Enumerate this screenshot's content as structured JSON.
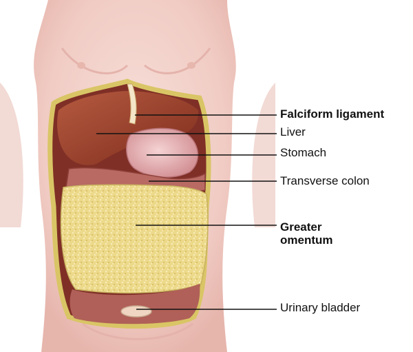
{
  "labels": {
    "falciform_ligament": "Falciform ligament",
    "liver": "Liver",
    "stomach": "Stomach",
    "transverse_colon": "Transverse colon",
    "greater_omentum_line1": "Greater",
    "greater_omentum_line2": "omentum",
    "urinary_bladder": "Urinary bladder"
  },
  "colors": {
    "skin": "#f2d2cc",
    "skin_shadow": "#e4b3ab",
    "cavity_rim": "#d9c565",
    "liver": "#9c3f2b",
    "stomach": "#e9b3b6",
    "colon": "#b66761",
    "omentum": "#ead98a",
    "leader_line": "#111111"
  }
}
